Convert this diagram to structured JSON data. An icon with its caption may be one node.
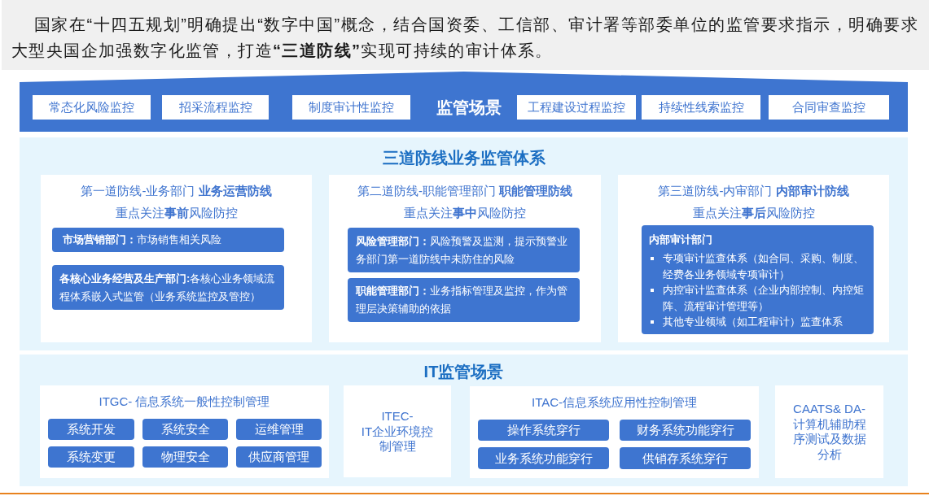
{
  "diagram": {
    "nodes": [
      {
        "text": [
          "国家在“十四五规划”明确提出“数字中国”概念，结合国资委、工信部、审计署等部委单位的监管要求指示，明确要求大型央国企加强数字化监管，打造**“三道防线”**实现可持续的审计体系。"
        ]
      },
      {
        "text": [
          "监管场景"
        ]
      },
      {
        "text": [
          "常态化风险监控"
        ],
        "in": 1
      },
      {
        "text": [
          "招采流程监控"
        ],
        "in": 1
      },
      {
        "text": [
          "制度审计性监控"
        ],
        "in": 1
      },
      {
        "text": [
          "工程建设过程监控"
        ],
        "in": 1
      },
      {
        "text": [
          "持续性线索监控"
        ],
        "in": 1
      },
      {
        "text": [
          "合同审查监控"
        ],
        "in": 1
      },
      {
        "text": [
          "三道防线业务监管体系"
        ]
      },
      {
        "text": [
          "第一道防线-业务部门 **业务运营防线**",
          "重点关注**事前**风险防控"
        ],
        "in": 8
      },
      {
        "text": [
          "**市场营销部门：**市场销售相关风险"
        ],
        "in": 9
      },
      {
        "text": [
          "**各核心业务经营及生产部门:**各核心业务领域流程体系嵌入式监管（业务系统监控及管控）"
        ],
        "in": 9
      },
      {
        "text": [
          "第二道防线-职能管理部门 **职能管理防线**",
          "重点关注**事中**风险防控"
        ],
        "in": 8
      },
      {
        "text": [
          "**风险管理部门：**风险预警及监测，提示预警业务部门第一道防线中未防住的风险"
        ],
        "in": 12
      },
      {
        "text": [
          "**职能管理部门：**业务指标管理及监控，作为管理层决策辅助的依据"
        ],
        "in": 12
      },
      {
        "text": [
          "第三道防线-内审部门 **内部审计防线**",
          "重点关注**事后**风险防控"
        ],
        "in": 8
      },
      {
        "text": [
          "内部审计部门",
          "专项审计监查体系（如合同、采购、制度、经费各业务领域专项审计）",
          "内控审计监查体系（企业内部控制、内控矩阵、流程审计管理等）",
          "其他专业领域（如工程审计）监查体系"
        ],
        "in": 15
      },
      {
        "text": [
          "IT监管场景"
        ]
      },
      {
        "text": [
          "ITGC- 信息系统一般性控制管理"
        ],
        "in": 17
      },
      {
        "text": [
          "系统开发"
        ],
        "in": 18
      },
      {
        "text": [
          "系统安全"
        ],
        "in": 18
      },
      {
        "text": [
          "运维管理"
        ],
        "in": 18
      },
      {
        "text": [
          "系统变更"
        ],
        "in": 18
      },
      {
        "text": [
          "物理安全"
        ],
        "in": 18
      },
      {
        "text": [
          "供应商管理"
        ],
        "in": 18
      },
      {
        "text": [
          "ITEC-IT企业环境控制管理"
        ],
        "in": 17
      },
      {
        "text": [
          "ITAC-信息系统应用性控制管理"
        ],
        "in": 17
      },
      {
        "text": [
          "操作系统穿行"
        ],
        "in": 26
      },
      {
        "text": [
          "财务系统功能穿行"
        ],
        "in": 26
      },
      {
        "text": [
          "业务系统功能穿行"
        ],
        "in": 26
      },
      {
        "text": [
          "供销存系统穿行"
        ],
        "in": 26
      },
      {
        "text": [
          "CAATS& DA-计算机辅助程序测试及数据分析"
        ],
        "in": 17
      }
    ]
  }
}
